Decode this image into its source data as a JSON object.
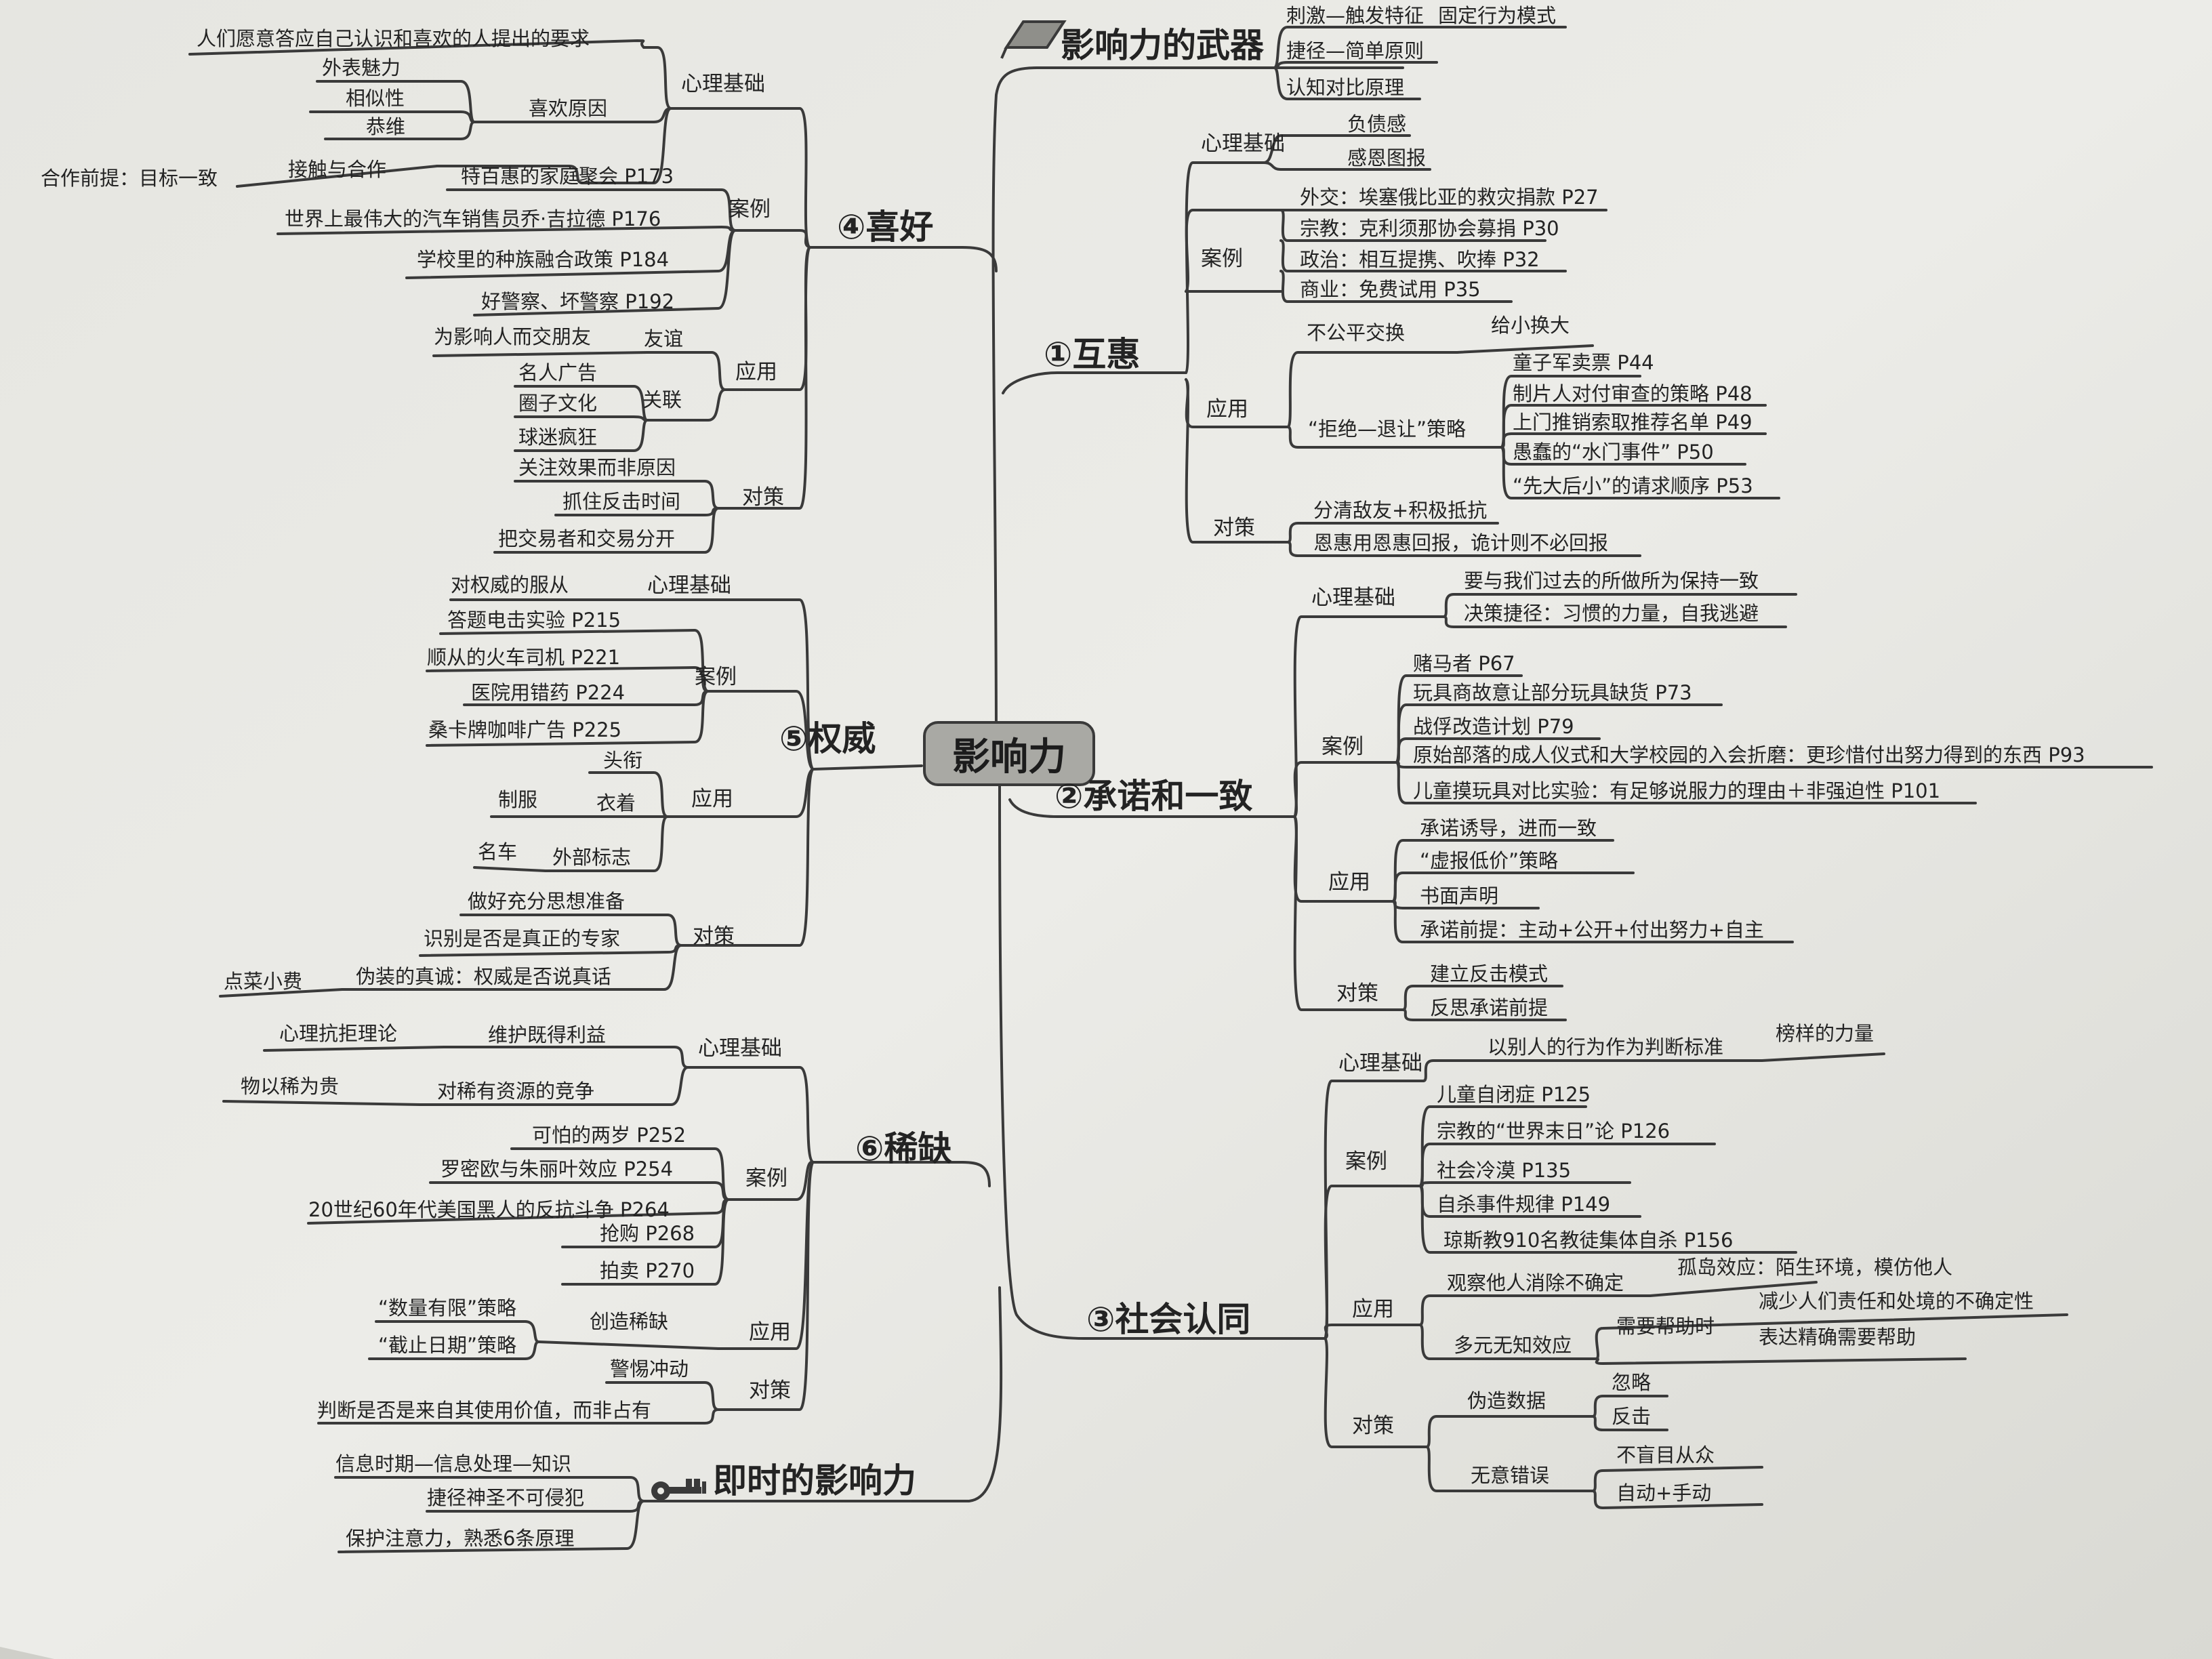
{
  "center": {
    "label": "影响力"
  },
  "weapons": {
    "title": "影响力的武器",
    "items": [
      "刺激—触发特征",
      "捷径—简单原则",
      "认知对比原理"
    ],
    "extra": "固定行为模式"
  },
  "reciprocity": {
    "title": "①互惠",
    "psych": {
      "label": "心理基础",
      "items": [
        "负债感",
        "感恩图报"
      ]
    },
    "cases": {
      "label": "案例",
      "items": [
        "外交：埃塞俄比亚的救灾捐款 P27",
        "宗教：克利须那协会募捐 P30",
        "政治：相互提携、吹捧 P32",
        "商业：免费试用 P35"
      ]
    },
    "apply": {
      "label": "应用",
      "unfair": "不公平交换",
      "unfair_sub": "给小换大",
      "reject": "“拒绝—退让”策略",
      "reject_items": [
        "童子军卖票 P44",
        "制片人对付审查的策略 P48",
        "上门推销索取推荐名单 P49",
        "愚蠢的“水门事件” P50",
        "“先大后小”的请求顺序 P53"
      ]
    },
    "counter": {
      "label": "对策",
      "items": [
        "分清敌友+积极抵抗",
        "恩惠用恩惠回报，诡计则不必回报"
      ]
    }
  },
  "commitment": {
    "title": "②承诺和一致",
    "psych": {
      "label": "心理基础",
      "items": [
        "要与我们过去的所做所为保持一致",
        "决策捷径：习惯的力量，自我逃避"
      ]
    },
    "cases": {
      "label": "案例",
      "items": [
        "赌马者 P67",
        "玩具商故意让部分玩具缺货 P73",
        "战俘改造计划 P79",
        "原始部落的成人仪式和大学校园的入会折磨：更珍惜付出努力得到的东西 P93",
        "儿童摸玩具对比实验：有足够说服力的理由＋非强迫性 P101"
      ]
    },
    "apply": {
      "label": "应用",
      "items": [
        "承诺诱导，进而一致",
        "“虚报低价”策略",
        "书面声明",
        "承诺前提：主动+公开+付出努力+自主"
      ]
    },
    "counter": {
      "label": "对策",
      "items": [
        "建立反击模式",
        "反思承诺前提"
      ]
    }
  },
  "social": {
    "title": "③社会认同",
    "psych": {
      "label": "心理基础",
      "item": "以别人的行为作为判断标准",
      "extra": "榜样的力量"
    },
    "cases": {
      "label": "案例",
      "items": [
        "儿童自闭症 P125",
        "宗教的“世界末日”论 P126",
        "社会冷漠 P135",
        "自杀事件规律 P149",
        "琼斯教910名教徒集体自杀 P156"
      ]
    },
    "apply": {
      "label": "应用",
      "observe": "观察他人消除不确定",
      "observe_sub": "孤岛效应：陌生环境，模仿他人",
      "pluralistic": "多元无知效应",
      "need_help": "需要帮助时",
      "help_items": [
        "减少人们责任和处境的不确定性",
        "表达精确需要帮助"
      ]
    },
    "counter": {
      "label": "对策",
      "fake": "伪造数据",
      "fake_items": [
        "忽略",
        "反击"
      ],
      "error": "无意错误",
      "error_items": [
        "不盲目从众",
        "自动+手动"
      ]
    }
  },
  "liking": {
    "title": "④喜好",
    "psych": {
      "label": "心理基础",
      "item": "人们愿意答应自己认识和喜欢的人提出的要求",
      "reasons_label": "喜欢原因",
      "reasons": [
        "外表魅力",
        "相似性",
        "恭维"
      ],
      "contact": "接触与合作",
      "contact_sub": "合作前提：目标一致"
    },
    "cases": {
      "label": "案例",
      "items": [
        "特百惠的家庭聚会 P173",
        "世界上最伟大的汽车销售员乔·吉拉德 P176",
        "学校里的种族融合政策 P184",
        "好警察、坏警察 P192"
      ]
    },
    "apply": {
      "label": "应用",
      "friend": "友谊",
      "friend_sub": "为影响人而交朋友",
      "assoc": "关联",
      "assoc_items": [
        "名人广告",
        "圈子文化",
        "球迷疯狂"
      ]
    },
    "counter": {
      "label": "对策",
      "items": [
        "关注效果而非原因",
        "抓住反击时间",
        "把交易者和交易分开"
      ]
    }
  },
  "authority": {
    "title": "⑤权威",
    "psych": {
      "label": "心理基础",
      "item": "对权威的服从"
    },
    "cases": {
      "label": "案例",
      "items": [
        "答题电击实验 P215",
        "顺从的火车司机 P221",
        "医院用错药 P224",
        "桑卡牌咖啡广告 P225"
      ]
    },
    "apply": {
      "label": "应用",
      "title_item": "头衔",
      "clothes": "衣着",
      "uniform": "制服",
      "external": "外部标志",
      "car": "名车"
    },
    "counter": {
      "label": "对策",
      "items": [
        "做好充分思想准备",
        "识别是否是真正的专家",
        "伪装的真诚：权威是否说真话"
      ],
      "extra": "点菜小费"
    }
  },
  "scarcity": {
    "title": "⑥稀缺",
    "psych": {
      "label": "心理基础",
      "item1": "维护既得利益",
      "item1_sub": "心理抗拒理论",
      "item2": "对稀有资源的竞争",
      "item2_sub": "物以稀为贵"
    },
    "cases": {
      "label": "案例",
      "items": [
        "可怕的两岁 P252",
        "罗密欧与朱丽叶效应 P254",
        "20世纪60年代美国黑人的反抗斗争 P264",
        "抢购 P268",
        "拍卖 P270"
      ]
    },
    "apply": {
      "label": "应用",
      "create": "创造稀缺",
      "items": [
        "“数量有限”策略",
        "“截止日期”策略"
      ]
    },
    "counter": {
      "label": "对策",
      "items": [
        "警惕冲动",
        "判断是否是来自其使用价值，而非占有"
      ]
    }
  },
  "instant": {
    "title": "即时的影响力",
    "items": [
      "信息时期—信息处理—知识",
      "捷径神圣不可侵犯",
      "保护注意力，熟悉6条原理"
    ]
  }
}
